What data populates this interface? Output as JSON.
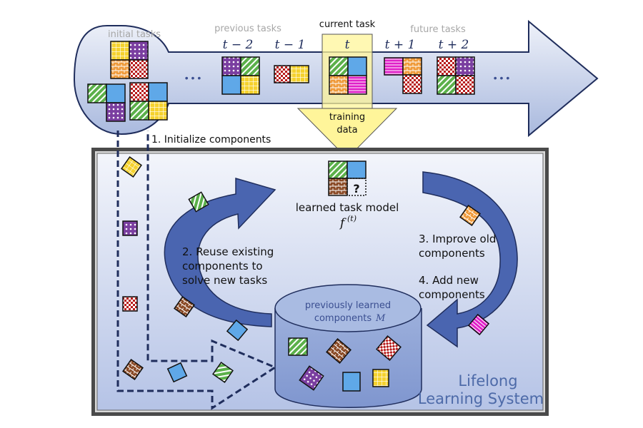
{
  "timeline": {
    "initial_tasks_label": "initial tasks",
    "previous_tasks_label": "previous tasks",
    "current_task_label": "current task",
    "future_tasks_label": "future tasks",
    "task_indices": [
      "t − 2",
      "t − 1",
      "t",
      "t + 1",
      "t + 2"
    ],
    "ellipsis": "• • •"
  },
  "training_data": {
    "line1": "training",
    "line2": "data"
  },
  "steps": {
    "initialize": "1. Initialize components",
    "reuse": [
      "2. Reuse existing",
      "components to",
      "solve new tasks"
    ],
    "improve": [
      "3. Improve old",
      "components"
    ],
    "add": [
      "4. Add new",
      "components"
    ]
  },
  "task_model": {
    "label": "learned task model",
    "symbol": "f",
    "superscript": "(t)",
    "unknown": "?"
  },
  "library": {
    "line1": "previously learned",
    "line2": "components",
    "symbol": "M"
  },
  "system": {
    "line1": "Lifelong",
    "line2": "Learning System"
  },
  "colors": {
    "navy": "#1f2d5c",
    "arrow_fill_top": "#e6ebf6",
    "arrow_fill_bottom": "#a9b9de",
    "cycle_blue": "#4a65b0",
    "cycle_dark": "#3b4f91",
    "highlight_yellow": "#fff59a",
    "piece_green": "#5bb04a",
    "piece_blue": "#5fa8e8",
    "piece_purple": "#7a3ea0",
    "piece_yellow": "#f5d22e",
    "piece_orange": "#ef9a3a",
    "piece_red": "#b81c1c",
    "piece_magenta": "#e020c8",
    "piece_brown": "#8a4a26",
    "system_text": "#4d6aa8",
    "grey_text": "#a7a7a7"
  }
}
